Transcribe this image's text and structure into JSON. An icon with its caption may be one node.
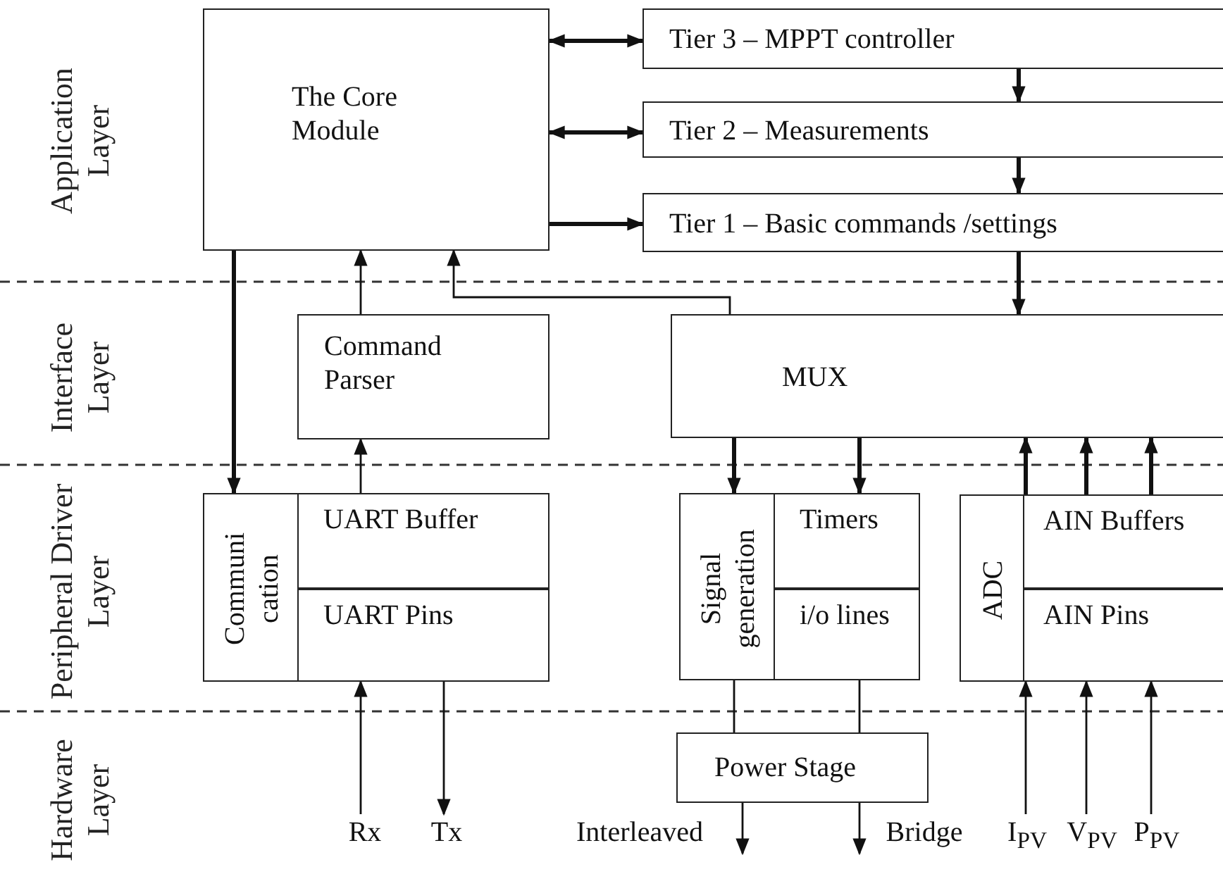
{
  "diagram": {
    "nodes": [
      {
        "text": [
          "The Core Module"
        ]
      },
      {
        "text": [
          "Tier 3 – MPPT controller"
        ]
      },
      {
        "text": [
          "Tier 2 – Measurements"
        ]
      },
      {
        "text": [
          "Tier 1 – Basic commands /settings"
        ]
      },
      {
        "text": [
          "Command Parser"
        ]
      },
      {
        "text": [
          "MUX"
        ]
      },
      {
        "text": [
          "Communi cation"
        ]
      },
      {
        "text": [
          "UART Buffer"
        ],
        "in": 6
      },
      {
        "text": [
          "UART Pins"
        ],
        "in": 6
      },
      {
        "text": [
          "Signal generation"
        ]
      },
      {
        "text": [
          "Timers"
        ],
        "in": 9
      },
      {
        "text": [
          "i/o lines"
        ],
        "in": 9
      },
      {
        "text": [
          "ADC"
        ]
      },
      {
        "text": [
          "AIN Buffers"
        ],
        "in": 12
      },
      {
        "text": [
          "AIN Pins"
        ],
        "in": 12
      },
      {
        "text": [
          "Power Stage"
        ]
      },
      {
        "text": [
          "Rx"
        ]
      },
      {
        "text": [
          "Tx"
        ]
      },
      {
        "text": [
          "Interleaved"
        ]
      },
      {
        "text": [
          "Bridge"
        ]
      },
      {
        "text": [
          "I$_{PV}$"
        ]
      },
      {
        "text": [
          "V$_{PV}$"
        ]
      },
      {
        "text": [
          "P$_{PV}$"
        ]
      }
    ],
    "edges": [
      {
        "from": 0,
        "to": 1,
        "arrow": "both",
        "style": "thick"
      },
      {
        "from": 0,
        "to": 2,
        "arrow": "both",
        "style": "thick"
      },
      {
        "from": 0,
        "to": 3,
        "arrow": "to",
        "style": "thick"
      },
      {
        "from": 1,
        "to": 2,
        "arrow": "to",
        "style": "thick"
      },
      {
        "from": 2,
        "to": 3,
        "arrow": "to",
        "style": "thick"
      },
      {
        "from": 3,
        "to": 5,
        "arrow": "to",
        "style": "thick"
      },
      {
        "from": 4,
        "to": 0,
        "arrow": "to"
      },
      {
        "from": 5,
        "to": 0,
        "arrow": "to"
      },
      {
        "from": 0,
        "to": 6,
        "arrow": "to",
        "style": "thick"
      },
      {
        "from": 7,
        "to": 4,
        "arrow": "to"
      },
      {
        "from": 5,
        "to": 9,
        "arrow": "to",
        "style": "thick"
      },
      {
        "from": 5,
        "to": 10,
        "arrow": "to",
        "style": "thick"
      },
      {
        "from": 13,
        "to": 5,
        "arrow": "to",
        "style": "thick"
      },
      {
        "from": 13,
        "to": 5,
        "arrow": "to",
        "style": "thick"
      },
      {
        "from": 13,
        "to": 5,
        "arrow": "to",
        "style": "thick"
      },
      {
        "from": 16,
        "to": 8,
        "arrow": "to"
      },
      {
        "from": 8,
        "to": 17,
        "arrow": "to"
      },
      {
        "from": 9,
        "to": 15,
        "arrow": "none"
      },
      {
        "from": 11,
        "to": 15,
        "arrow": "none"
      },
      {
        "from": 15,
        "to": 18,
        "arrow": "to"
      },
      {
        "from": 15,
        "to": 19,
        "arrow": "to"
      },
      {
        "from": 20,
        "to": 14,
        "arrow": "to"
      },
      {
        "from": 21,
        "to": 14,
        "arrow": "to"
      },
      {
        "from": 22,
        "to": 14,
        "arrow": "to"
      }
    ],
    "labels": [
      "Application Layer",
      "Interface Layer",
      "Peripheral Driver Layer",
      "Hardware Layer"
    ]
  }
}
